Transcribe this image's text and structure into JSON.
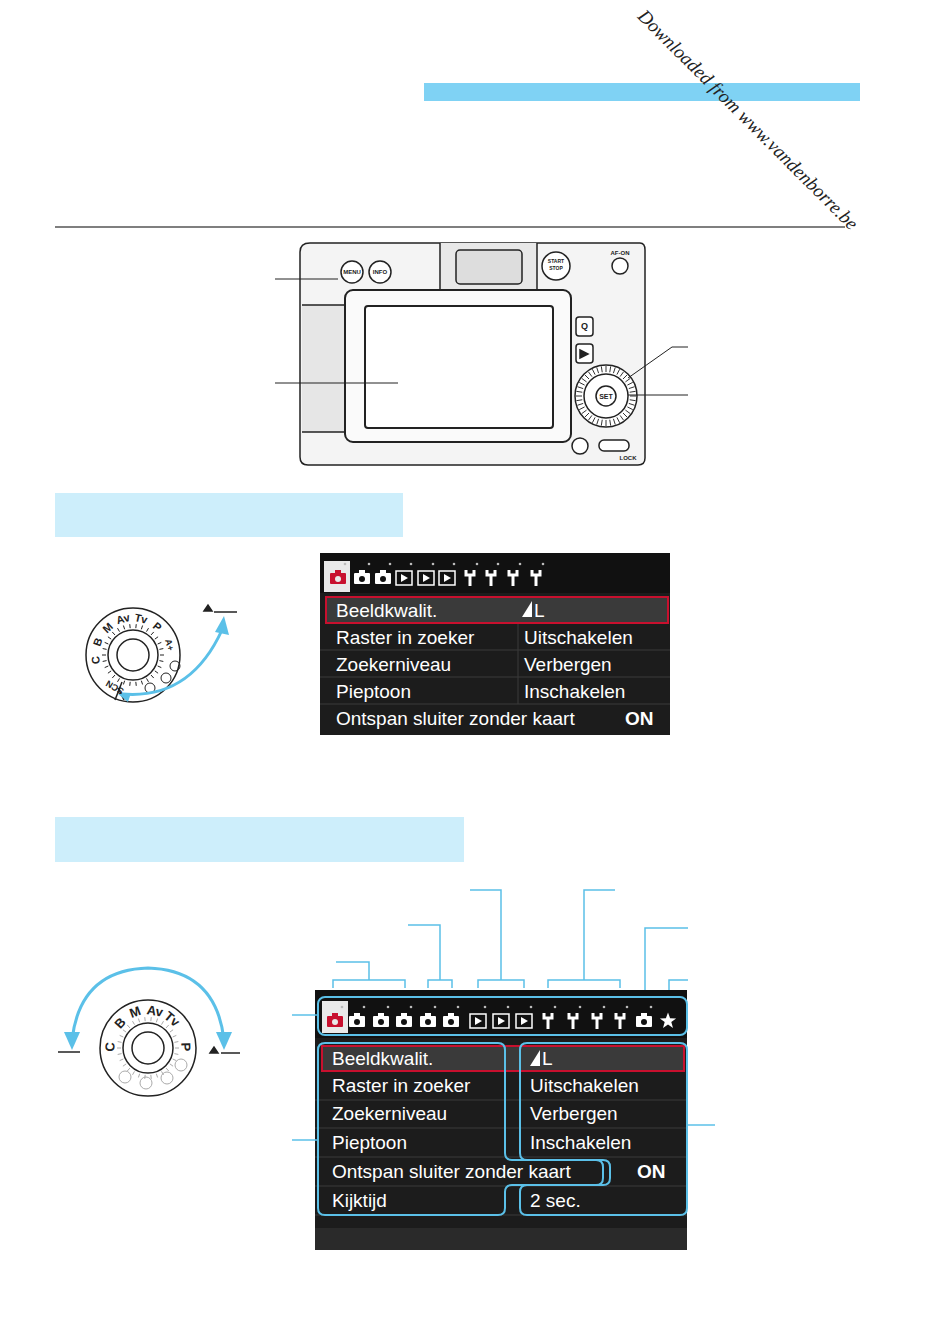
{
  "diagram": {
    "labels": [
      "Downloaded from www.vandenborre.be",
      "MENU",
      "INFO",
      "START",
      "STOP",
      "AF-ON",
      "Q",
      "SET",
      "LOCK",
      "M",
      "Av",
      "Tv",
      "P",
      "B",
      "C",
      "SCN",
      "A+",
      "Beeldkwalit.",
      "L",
      "Raster in zoeker",
      "Uitschakelen",
      "Zoekerniveau",
      "Verbergen",
      "Pieptoon",
      "Inschakelen",
      "Ontspan sluiter zonder kaart",
      "ON",
      "B",
      "M",
      "Av",
      "Tv",
      "P",
      "C",
      "Beeldkwalit.",
      "L",
      "Raster in zoeker",
      "Uitschakelen",
      "Zoekerniveau",
      "Verbergen",
      "Pieptoon",
      "Inschakelen",
      "Ontspan sluiter zonder kaart",
      "ON",
      "Kijktijd",
      "2 sec."
    ]
  }
}
